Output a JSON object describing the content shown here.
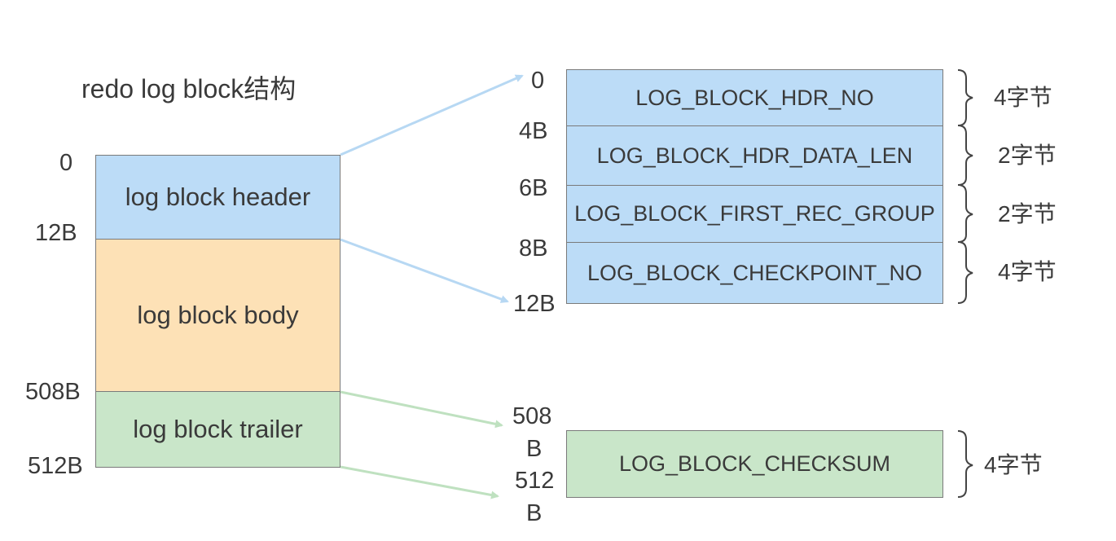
{
  "title": "redo log block结构",
  "colors": {
    "header": "#bcdcf7",
    "body": "#fde1b6",
    "trailer": "#c9e6c9",
    "header_arrow": "#b7d8f3",
    "trailer_arrow": "#bfe1c0"
  },
  "block": {
    "sections": [
      {
        "name": "log block header",
        "color": "header"
      },
      {
        "name": "log block body",
        "color": "body"
      },
      {
        "name": "log block trailer",
        "color": "trailer"
      }
    ],
    "offsets": [
      "0",
      "12B",
      "508B",
      "512B"
    ]
  },
  "header_detail": {
    "fields": [
      {
        "name": "LOG_BLOCK_HDR_NO",
        "size": "4字节"
      },
      {
        "name": "LOG_BLOCK_HDR_DATA_LEN",
        "size": "2字节"
      },
      {
        "name": "LOG_BLOCK_FIRST_REC_GROUP",
        "size": "2字节"
      },
      {
        "name": "LOG_BLOCK_CHECKPOINT_NO",
        "size": "4字节"
      }
    ],
    "offsets": [
      "0",
      "4B",
      "6B",
      "8B",
      "12B"
    ]
  },
  "trailer_detail": {
    "fields": [
      {
        "name": "LOG_BLOCK_CHECKSUM",
        "size": "4字节"
      }
    ],
    "offsets": [
      {
        "line1": "508",
        "line2": "B"
      },
      {
        "line1": "512",
        "line2": "B"
      }
    ]
  }
}
